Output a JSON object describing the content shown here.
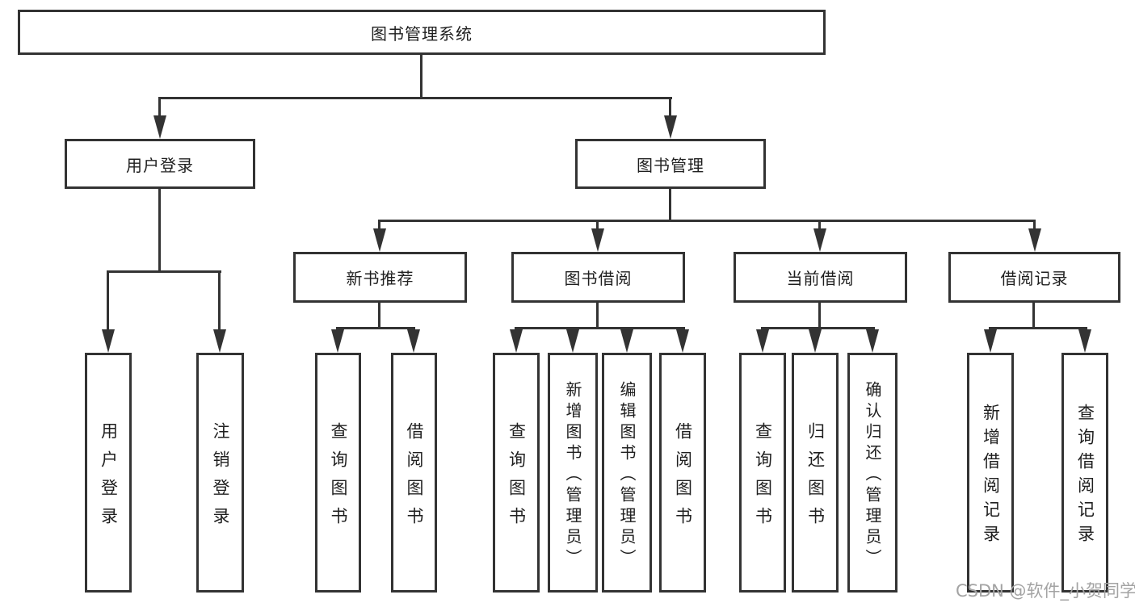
{
  "tree": {
    "label": "图书管理系统",
    "children": [
      {
        "label": "用户登录",
        "children": [
          {
            "label": "用户登录"
          },
          {
            "label": "注销登录"
          }
        ]
      },
      {
        "label": "图书管理",
        "children": [
          {
            "label": "新书推荐",
            "children": [
              {
                "label": "查询图书"
              },
              {
                "label": "借阅图书"
              }
            ]
          },
          {
            "label": "图书借阅",
            "children": [
              {
                "label": "查询图书"
              },
              {
                "label": "新增图书（管理员）"
              },
              {
                "label": "编辑图书（管理员）"
              },
              {
                "label": "借阅图书"
              }
            ]
          },
          {
            "label": "当前借阅",
            "children": [
              {
                "label": "查询图书"
              },
              {
                "label": "归还图书"
              },
              {
                "label": "确认归还（管理员）"
              }
            ]
          },
          {
            "label": "借阅记录",
            "children": [
              {
                "label": "新增借阅记录"
              },
              {
                "label": "查询借阅记录"
              }
            ]
          }
        ]
      }
    ]
  },
  "watermark": {
    "text": "CSDN @软件_小贺同学"
  },
  "colors": {
    "line": "#333333",
    "text": "#1f1f1f",
    "background": "#ffffff",
    "watermark": "#a3a3a3"
  }
}
